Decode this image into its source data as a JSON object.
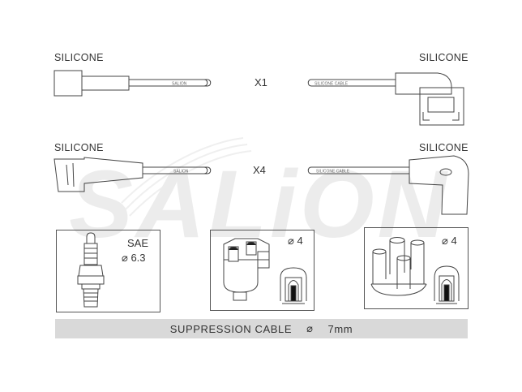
{
  "watermark": {
    "text": "SALiON",
    "color": "#ebebeb"
  },
  "rows": [
    {
      "left_label": "SILICONE",
      "right_label": "SILICONE",
      "quantity": "X1",
      "left_cable_print": "SALION",
      "right_cable_print": "SILICONE CABLE"
    },
    {
      "left_label": "SILICONE",
      "right_label": "SILICONE",
      "quantity": "X4",
      "left_cable_print": "SALION",
      "right_cable_print": "SILICONE CABLE"
    }
  ],
  "connector_boxes": [
    {
      "spec_line1": "SAE",
      "spec_line2": "⌀ 6.3",
      "icon": "spark-plug-icon"
    },
    {
      "spec_line1": "⌀ 4",
      "icon": "distributor-cap-icon"
    },
    {
      "spec_line1": "⌀ 4",
      "icon": "ignition-coil-icon"
    }
  ],
  "footer": {
    "label": "SUPPRESSION CABLE",
    "symbol": "⌀",
    "size": "7mm"
  },
  "colors": {
    "line": "#444444",
    "footer_bg": "#d9d9d9"
  }
}
